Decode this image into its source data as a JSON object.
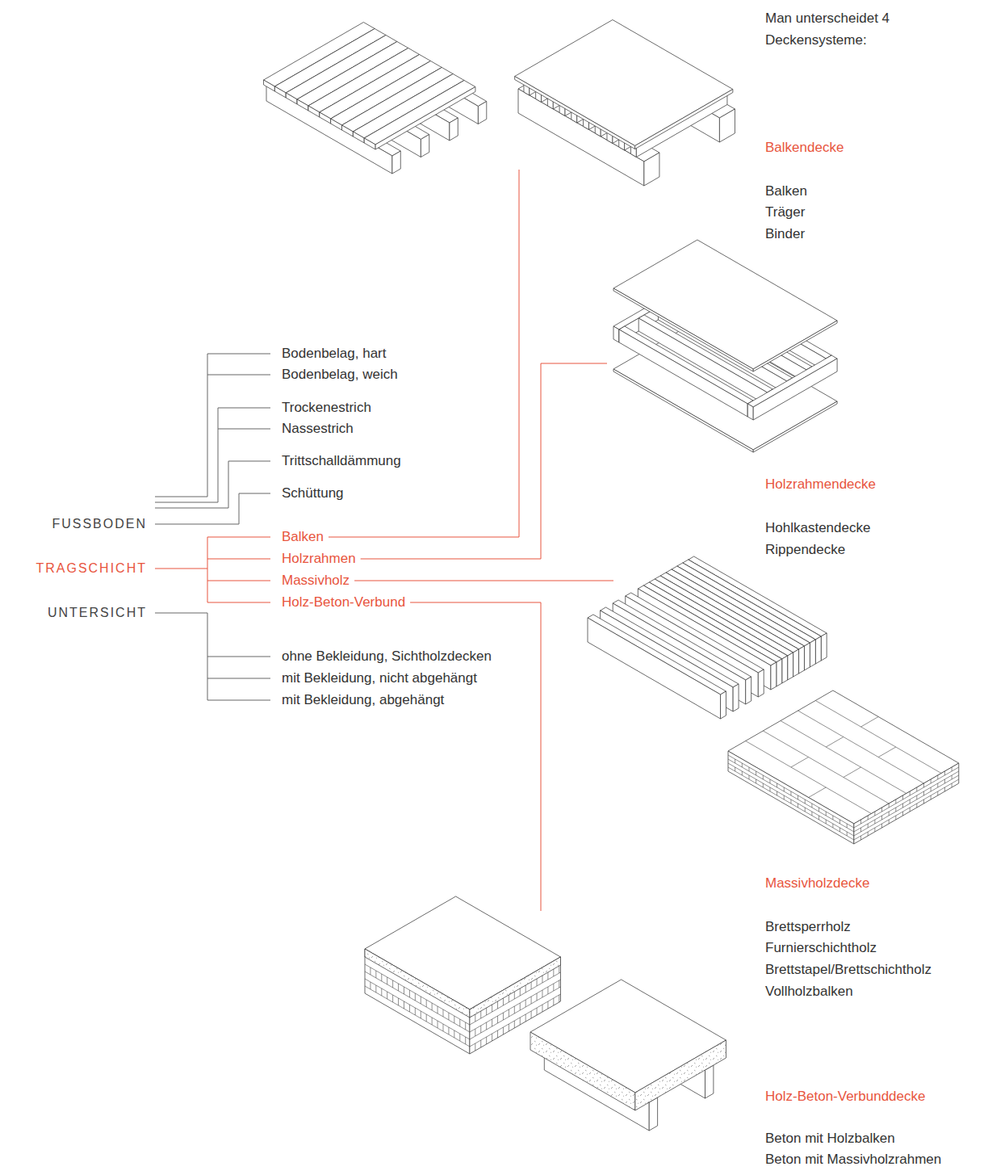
{
  "diagram": {
    "title": "Man unterscheidet 4 Deckensysteme:",
    "labels": [
      "Balkendecke",
      "Balken",
      "Träger",
      "Binder",
      "Holzrahmendecke",
      "Hohlkastendecke",
      "Rippendecke",
      "Bodenbelag, hart",
      "Bodenbelag, weich",
      "Trockenestrich",
      "Nassestrich",
      "Trittschalldämmung",
      "Schüttung",
      "FUSSBODEN",
      "Balken",
      "TRAGSCHICHT",
      "Holzrahmen",
      "Massivholz",
      "Holz-Beton-Verbund",
      "UNTERSICHT",
      "ohne Bekleidung, Sichtholzdecken",
      "mit Bekleidung, nicht abgehängt",
      "mit Bekleidung, abgehängt",
      "Massivholzdecke",
      "Brettsperrholz",
      "Furnierschichtholz",
      "Brettstapel/Brettschichtholz",
      "Vollholzbalken",
      "Holz-Beton-Verbunddecke",
      "Beton mit Holzbalken",
      "Beton mit Massivholzrahmen"
    ]
  }
}
